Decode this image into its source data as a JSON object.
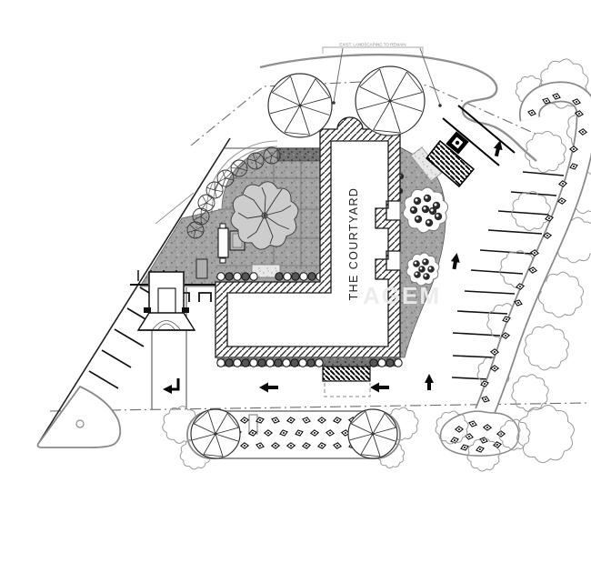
{
  "plan": {
    "building_label": "THE COURTYARD",
    "watermark": "AGEM",
    "annotation": "EXIST. LANDSCAPING TO REMAIN",
    "colors": {
      "ink": "#1a1a1a",
      "paving_gray": "#a4a4a4",
      "planting_dark": "#757575",
      "road_edge": "#8f8f8f",
      "canopy_gray": "#999999",
      "watermark": "#ececec"
    }
  }
}
